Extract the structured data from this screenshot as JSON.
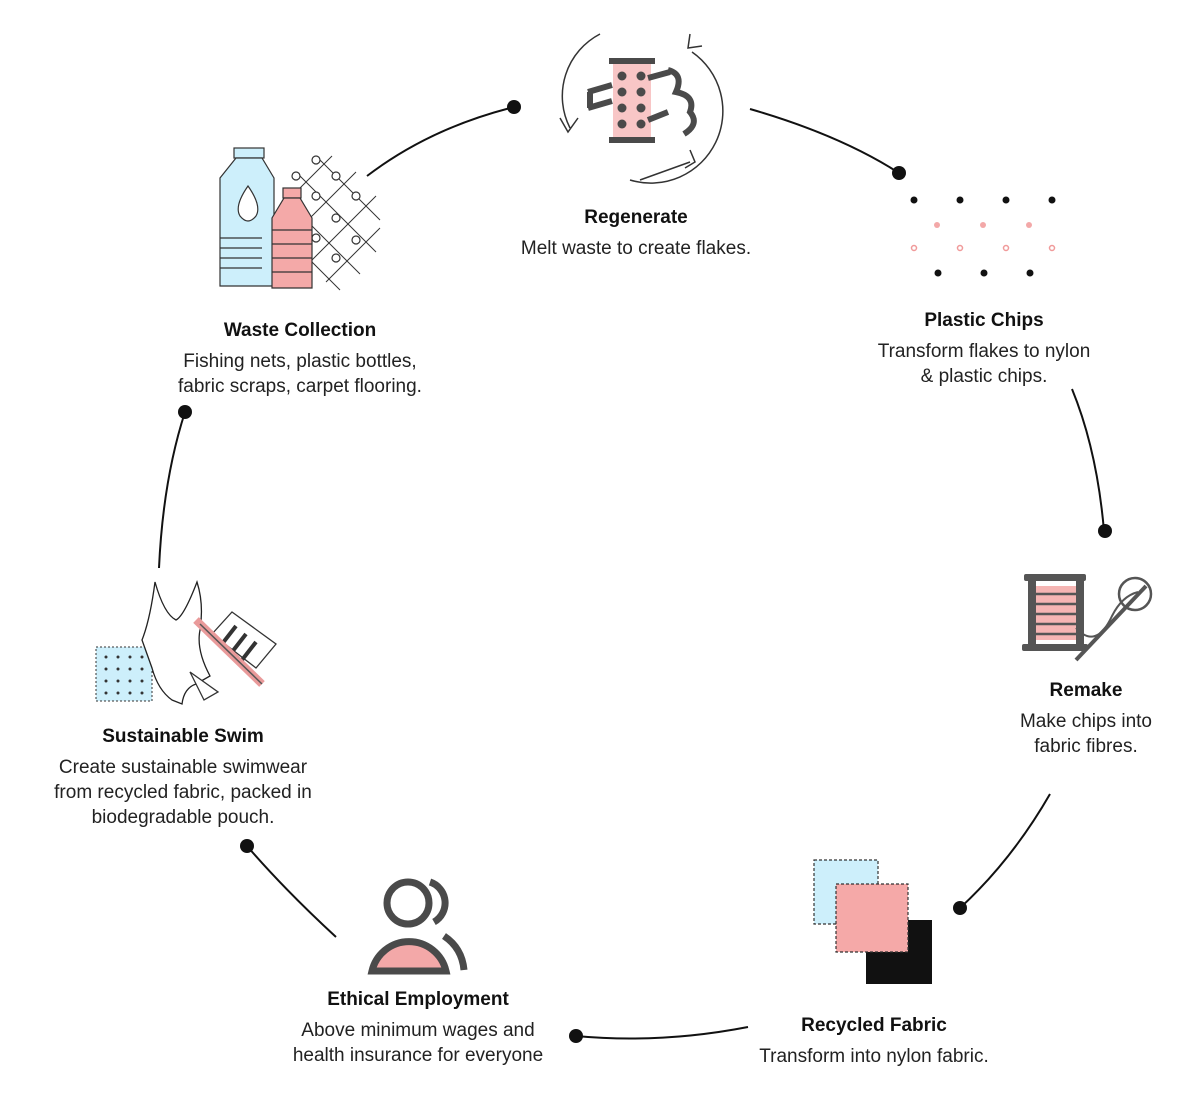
{
  "diagram": {
    "steps": [
      {
        "id": "regenerate",
        "title": "Regenerate",
        "desc": [
          "Melt waste to create flakes."
        ]
      },
      {
        "id": "plastic_chips",
        "title": "Plastic Chips",
        "desc": [
          "Transform flakes to nylon",
          "& plastic chips."
        ]
      },
      {
        "id": "remake",
        "title": "Remake",
        "desc": [
          "Make chips into",
          "fabric fibres."
        ]
      },
      {
        "id": "recycled_fabric",
        "title": "Recycled Fabric",
        "desc": [
          "Transform into nylon fabric."
        ]
      },
      {
        "id": "ethical_employment",
        "title": "Ethical Employment",
        "desc": [
          "Above minimum wages and",
          "health insurance for everyone"
        ]
      },
      {
        "id": "sustainable_swim",
        "title": "Sustainable Swim",
        "desc": [
          "Create sustainable swimwear",
          "from recycled fabric, packed in",
          "biodegradable pouch."
        ]
      },
      {
        "id": "waste_collection",
        "title": "Waste Collection",
        "desc": [
          "Fishing nets, plastic bottles,",
          "fabric scraps, carpet flooring."
        ]
      }
    ],
    "colors": {
      "pink": "#f4a9a8",
      "light_blue": "#c9f0fb",
      "dark": "#4a4a4a",
      "line": "#111111"
    },
    "icons": [
      "machine-icon",
      "chips-icon",
      "spool-needle-icon",
      "fabric-swatches-icon",
      "people-icon",
      "swimsuit-icon",
      "bottles-net-icon"
    ]
  }
}
